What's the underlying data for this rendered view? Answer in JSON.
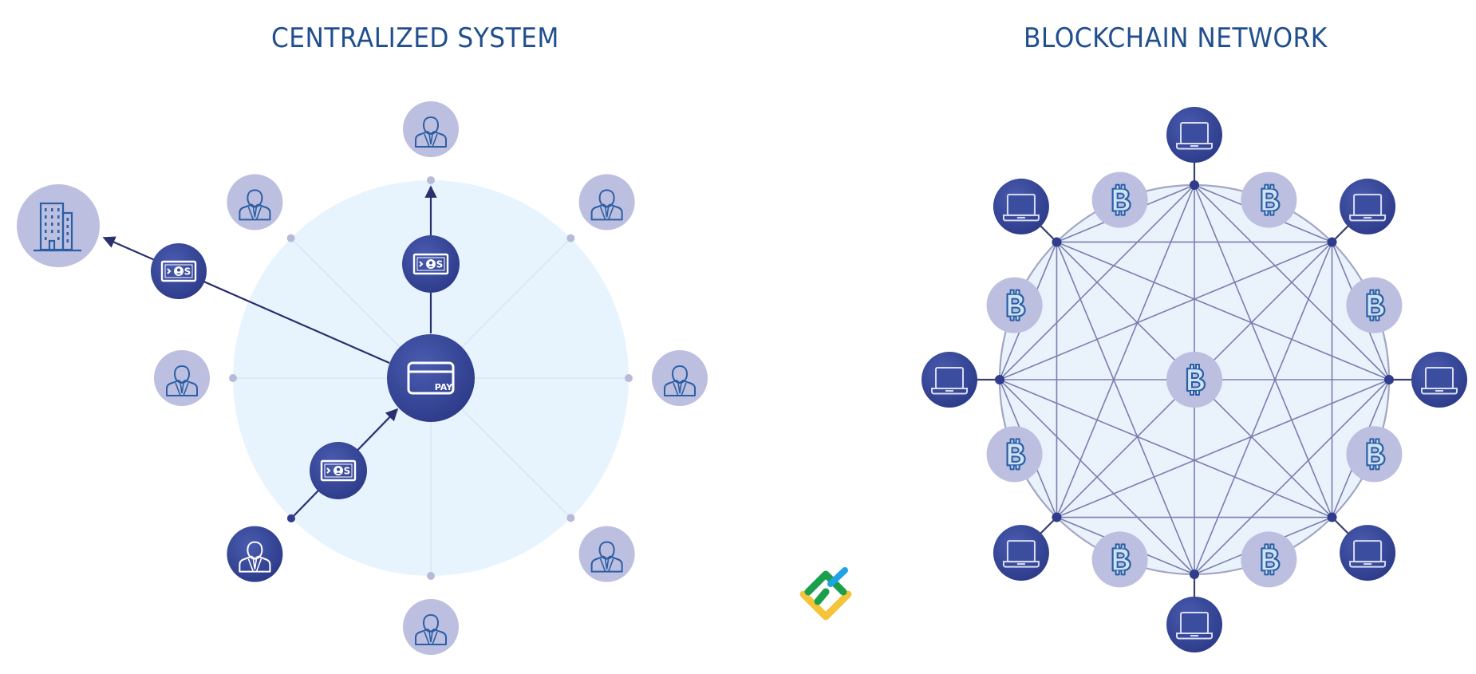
{
  "diagram": {
    "left": {
      "title": "CENTRALIZED SYSTEM",
      "center_node": {
        "icon": "credit-card-icon",
        "label": "PAY"
      },
      "peripheral_nodes": [
        {
          "icon": "user-icon",
          "position": "top",
          "state": "inactive"
        },
        {
          "icon": "user-icon",
          "position": "top-right",
          "state": "inactive"
        },
        {
          "icon": "user-icon",
          "position": "right",
          "state": "inactive"
        },
        {
          "icon": "user-icon",
          "position": "bottom-right",
          "state": "inactive"
        },
        {
          "icon": "user-icon",
          "position": "bottom",
          "state": "inactive"
        },
        {
          "icon": "user-icon",
          "position": "bottom-left",
          "state": "active"
        },
        {
          "icon": "user-icon",
          "position": "left",
          "state": "inactive"
        },
        {
          "icon": "user-icon",
          "position": "top-left",
          "state": "inactive"
        }
      ],
      "external_node": {
        "icon": "building-icon",
        "label": ""
      },
      "flows": [
        {
          "from": "user-bottom-left",
          "to": "pay-center",
          "icon": "money-bill-icon"
        },
        {
          "from": "pay-center",
          "to": "user-top",
          "icon": "money-bill-icon"
        },
        {
          "from": "pay-center",
          "to": "building",
          "icon": "money-bill-icon"
        }
      ]
    },
    "right": {
      "title": "BLOCKCHAIN NETWORK",
      "center_node": {
        "icon": "bitcoin-icon"
      },
      "peer_nodes": [
        {
          "icon": "laptop-icon",
          "position": "top"
        },
        {
          "icon": "laptop-icon",
          "position": "top-right"
        },
        {
          "icon": "laptop-icon",
          "position": "right"
        },
        {
          "icon": "laptop-icon",
          "position": "bottom-right"
        },
        {
          "icon": "laptop-icon",
          "position": "bottom"
        },
        {
          "icon": "laptop-icon",
          "position": "bottom-left"
        },
        {
          "icon": "laptop-icon",
          "position": "left"
        },
        {
          "icon": "laptop-icon",
          "position": "top-left"
        }
      ],
      "ring_tokens_count": 8,
      "ring_token_icon": "bitcoin-icon",
      "connectivity": "full-mesh"
    },
    "logo": {
      "name": "brand-logo",
      "colors": [
        "#1aa04a",
        "#f5c43a",
        "#1fa2e6"
      ]
    }
  },
  "colors": {
    "title": "#1f4f8f",
    "dark_node": "#34469a",
    "light_node": "#bcbfe0",
    "disc": "#e8f4fd",
    "edge": "#6f74a8",
    "arrow": "#2a2f6e",
    "icon_stroke": "#2b5ea3"
  }
}
